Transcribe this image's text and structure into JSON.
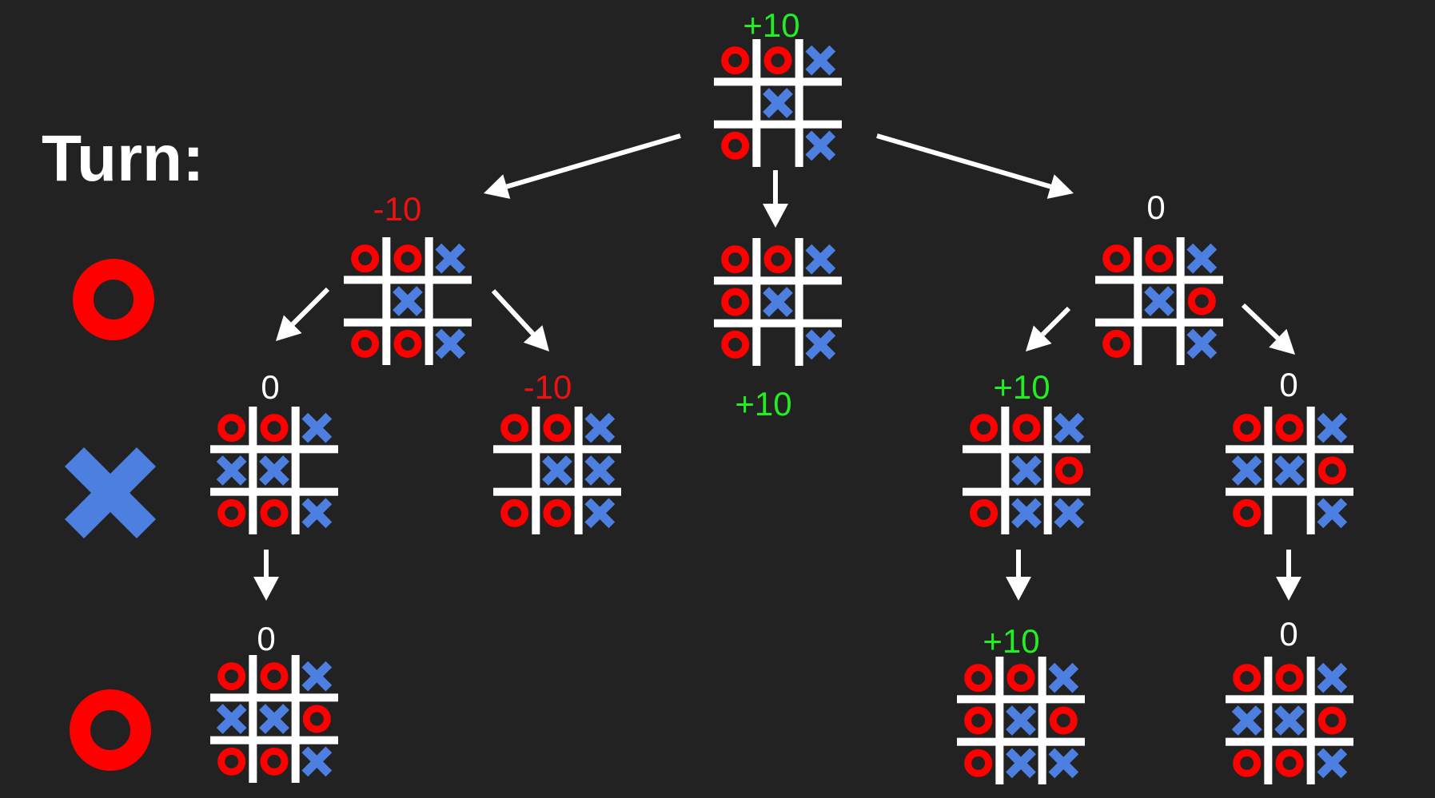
{
  "turn_label": "Turn:",
  "turn_sequence": [
    "O",
    "X",
    "O"
  ],
  "colors": {
    "background": "#222222",
    "grid": "#ffffff",
    "o_mark": "#ff0000",
    "x_mark": "#4d7fe0",
    "score_positive": "#22ee22",
    "score_negative": "#ee1111",
    "score_neutral": "#ffffff",
    "arrow": "#ffffff"
  },
  "nodes": [
    {
      "id": "root",
      "score": "+10",
      "board": [
        "O",
        "O",
        "X",
        "",
        "X",
        "",
        "O",
        "",
        "X"
      ]
    },
    {
      "id": "l1a",
      "score": "-10",
      "board": [
        "O",
        "O",
        "X",
        "",
        "X",
        "",
        "O",
        "O",
        "X"
      ]
    },
    {
      "id": "l1b",
      "score": "+10",
      "board": [
        "O",
        "O",
        "X",
        "O",
        "X",
        "",
        "O",
        "",
        "X"
      ]
    },
    {
      "id": "l1c",
      "score": "0",
      "board": [
        "O",
        "O",
        "X",
        "",
        "X",
        "O",
        "O",
        "",
        "X"
      ]
    },
    {
      "id": "l2a",
      "score": "0",
      "board": [
        "O",
        "O",
        "X",
        "X",
        "X",
        "",
        "O",
        "O",
        "X"
      ]
    },
    {
      "id": "l2b",
      "score": "-10",
      "board": [
        "O",
        "O",
        "X",
        "",
        "X",
        "X",
        "O",
        "O",
        "X"
      ]
    },
    {
      "id": "l2c",
      "score": "+10",
      "board": [
        "O",
        "O",
        "X",
        "",
        "X",
        "O",
        "O",
        "X",
        "X"
      ]
    },
    {
      "id": "l2d",
      "score": "0",
      "board": [
        "O",
        "O",
        "X",
        "X",
        "X",
        "O",
        "O",
        "",
        "X"
      ]
    },
    {
      "id": "l3a",
      "score": "0",
      "board": [
        "O",
        "O",
        "X",
        "X",
        "X",
        "O",
        "O",
        "O",
        "X"
      ]
    },
    {
      "id": "l3c",
      "score": "+10",
      "board": [
        "O",
        "O",
        "X",
        "O",
        "X",
        "O",
        "O",
        "X",
        "X"
      ]
    },
    {
      "id": "l3d",
      "score": "0",
      "board": [
        "O",
        "O",
        "X",
        "X",
        "X",
        "O",
        "O",
        "O",
        "X"
      ]
    }
  ],
  "edges": [
    [
      "root",
      "l1a"
    ],
    [
      "root",
      "l1b"
    ],
    [
      "root",
      "l1c"
    ],
    [
      "l1a",
      "l2a"
    ],
    [
      "l1a",
      "l2b"
    ],
    [
      "l1c",
      "l2c"
    ],
    [
      "l1c",
      "l2d"
    ],
    [
      "l2a",
      "l3a"
    ],
    [
      "l2c",
      "l3c"
    ],
    [
      "l2d",
      "l3d"
    ]
  ]
}
